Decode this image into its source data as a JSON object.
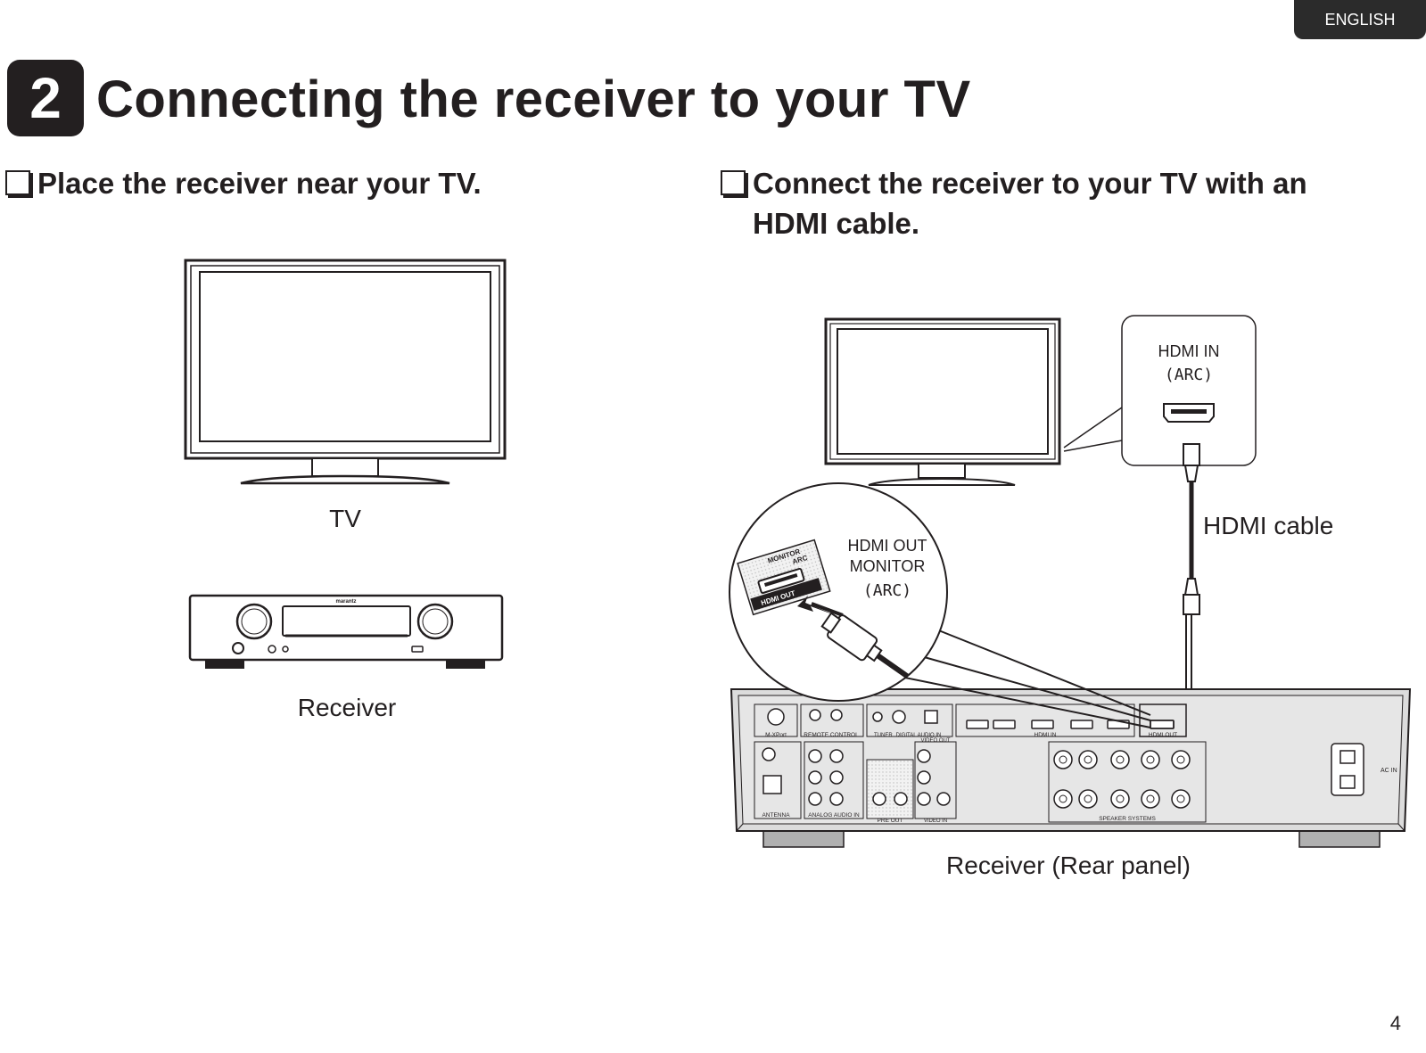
{
  "header": {
    "language_tab": "ENGLISH"
  },
  "step": {
    "number": "2",
    "title": "Connecting the receiver to your TV"
  },
  "left_section": {
    "instruction": "Place the receiver near your TV.",
    "tv_caption": "TV",
    "receiver_caption": "Receiver",
    "receiver_brand": "marantz"
  },
  "right_section": {
    "instruction_line1": "Connect the receiver to your TV with an",
    "instruction_line2": "HDMI cable.",
    "tv_port_label": "HDMI IN",
    "tv_port_sub": "(ARC)",
    "receiver_port_line1": "HDMI OUT",
    "receiver_port_line2": "MONITOR",
    "receiver_port_line3": "(ARC)",
    "cable_label": "HDMI cable",
    "rear_caption": "Receiver (Rear panel)",
    "closeup_stamp_monitor": "MONITOR",
    "closeup_stamp_arc": "ARC",
    "closeup_stamp_hdmi_out": "HDMI OUT",
    "rear_panel_labels": {
      "mxport": "M-XPort",
      "remote": "REMOTE CONTROL",
      "tuner": "TUNER",
      "digital": "DIGITAL AUDIO IN",
      "hdmi_in": "HDMI IN",
      "hdmi_out": "HDMI OUT",
      "antenna": "ANTENNA",
      "analog": "ANALOG AUDIO IN",
      "pre_out": "PRE OUT",
      "video_in": "VIDEO IN",
      "video_out": "VIDEO OUT",
      "speakers": "SPEAKER SYSTEMS",
      "ac_in": "AC IN"
    }
  },
  "footer": {
    "page_number": "4"
  }
}
